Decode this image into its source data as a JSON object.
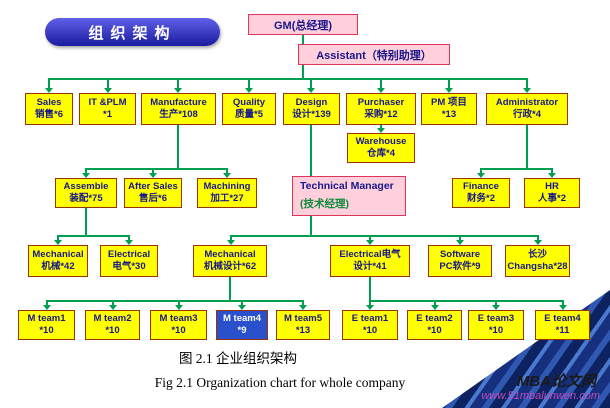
{
  "title": "组织架构",
  "captions": {
    "zh": "图 2.1  企业组织架构",
    "en": "Fig 2.1   Organization chart for whole company"
  },
  "watermark": {
    "name": "MBA论文网",
    "url": "www.51mbalunwen.com"
  },
  "colors": {
    "connector": "#009e4f",
    "node_fill": "#ffff00",
    "node_border": "#993300",
    "node_text": "#17178a",
    "pink_fill": "#ffd0dc",
    "pink_border": "#e0355a",
    "title_fill": "#1b1ba0",
    "selected_fill": "#2a50cc",
    "watermark_url": "#c04ac0"
  },
  "nodes": {
    "gm": {
      "label": "GM(总经理)"
    },
    "assistant": {
      "label": "Assistant（特别助理）"
    },
    "sales": {
      "line1": "Sales",
      "line2": "销售*6"
    },
    "it_plm": {
      "line1": "IT &PLM",
      "line2": "*1"
    },
    "manufacture": {
      "line1": "Manufacture",
      "line2": "生产*108"
    },
    "quality": {
      "line1": "Quality",
      "line2": "质量*5"
    },
    "design": {
      "line1": "Design",
      "line2": "设计*139"
    },
    "purchaser": {
      "line1": "Purchaser",
      "line2": "采购*12"
    },
    "pm": {
      "line1": "PM 项目",
      "line2": "*13"
    },
    "administrator": {
      "line1": "Administrator",
      "line2": "行政*4"
    },
    "warehouse": {
      "line1": "Warehouse",
      "line2": "仓库*4"
    },
    "assemble": {
      "line1": "Assemble",
      "line2": "装配*75"
    },
    "after_sales": {
      "line1": "After Sales",
      "line2": "售后*6"
    },
    "machining": {
      "line1": "Machining",
      "line2": "加工*27"
    },
    "technical_manager": {
      "line1": "Technical Manager",
      "line2": "(技术经理)"
    },
    "finance": {
      "line1": "Finance",
      "line2": "财务*2"
    },
    "hr": {
      "line1": "HR",
      "line2": "人事*2"
    },
    "mechanical": {
      "line1": "Mechanical",
      "line2": "机械*42"
    },
    "electrical": {
      "line1": "Electrical",
      "line2": "电气*30"
    },
    "mechanical_design": {
      "line1": "Mechanical",
      "line2": "机械设计*62"
    },
    "electrical_design": {
      "line1": "Electrical电气",
      "line2": "设计*41"
    },
    "software": {
      "line1": "Software",
      "line2": "PC软件*9"
    },
    "changsha": {
      "line1": "长沙",
      "line2": "Changsha*28"
    },
    "m_team1": {
      "line1": "M team1",
      "line2": "*10"
    },
    "m_team2": {
      "line1": "M team2",
      "line2": "*10"
    },
    "m_team3": {
      "line1": "M team3",
      "line2": "*10"
    },
    "m_team4": {
      "line1": "M team4",
      "line2": "*9",
      "selected": true
    },
    "m_team5": {
      "line1": "M team5",
      "line2": "*13"
    },
    "e_team1": {
      "line1": "E team1",
      "line2": "*10"
    },
    "e_team2": {
      "line1": "E team2",
      "line2": "*10"
    },
    "e_team3": {
      "line1": "E team3",
      "line2": "*10"
    },
    "e_team4": {
      "line1": "E team4",
      "line2": "*11"
    }
  }
}
